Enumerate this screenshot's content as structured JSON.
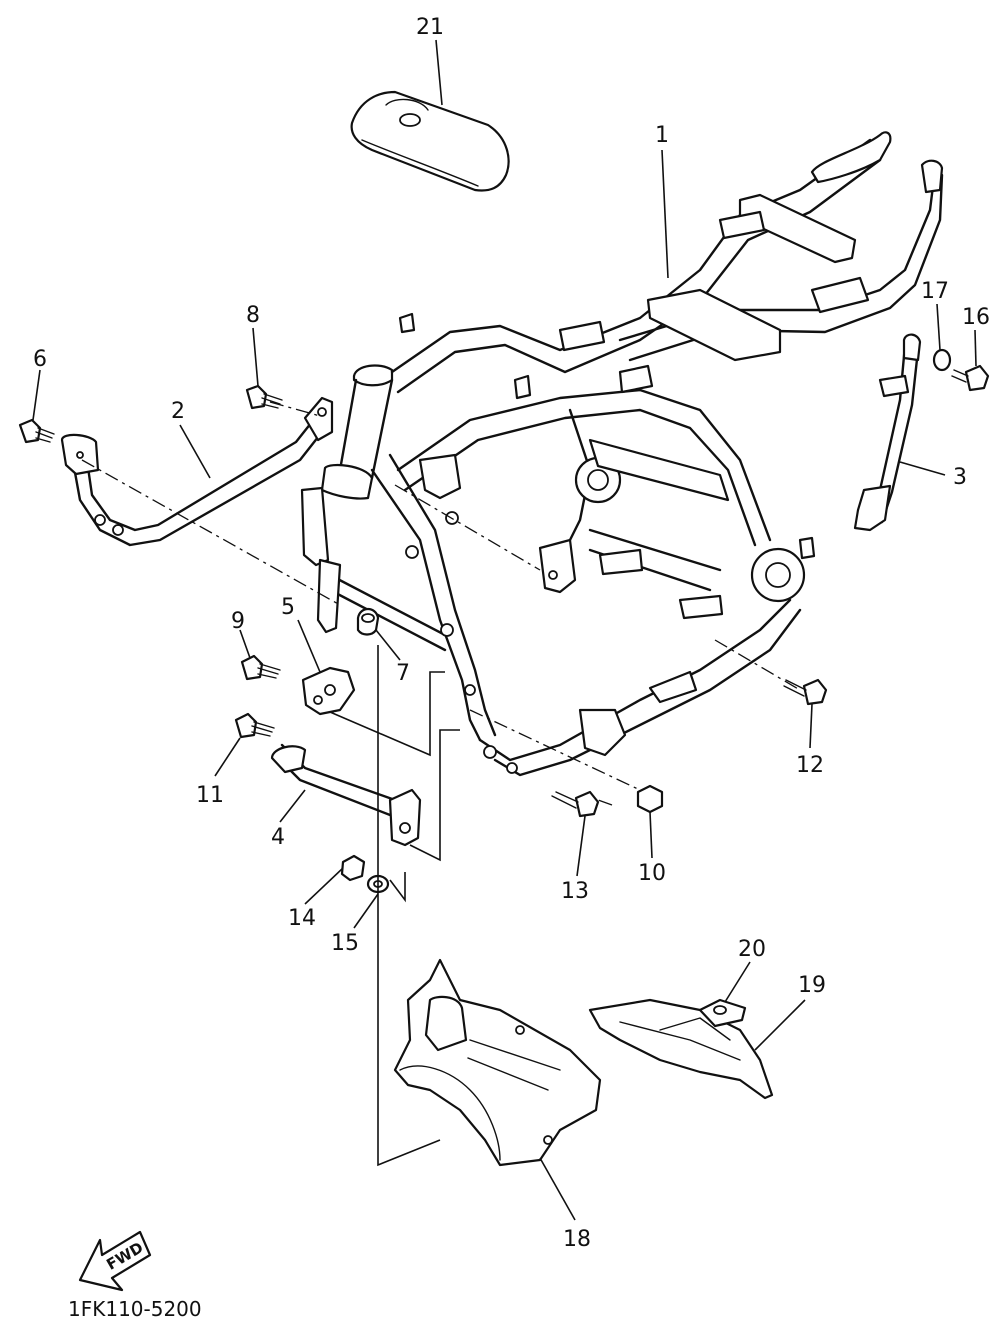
{
  "diagram_code": "1FK110-5200",
  "fwd_label": "FWD",
  "callouts": [
    "1",
    "2",
    "3",
    "4",
    "5",
    "6",
    "7",
    "8",
    "9",
    "10",
    "11",
    "12",
    "13",
    "14",
    "15",
    "16",
    "17",
    "18",
    "19",
    "20",
    "21"
  ]
}
